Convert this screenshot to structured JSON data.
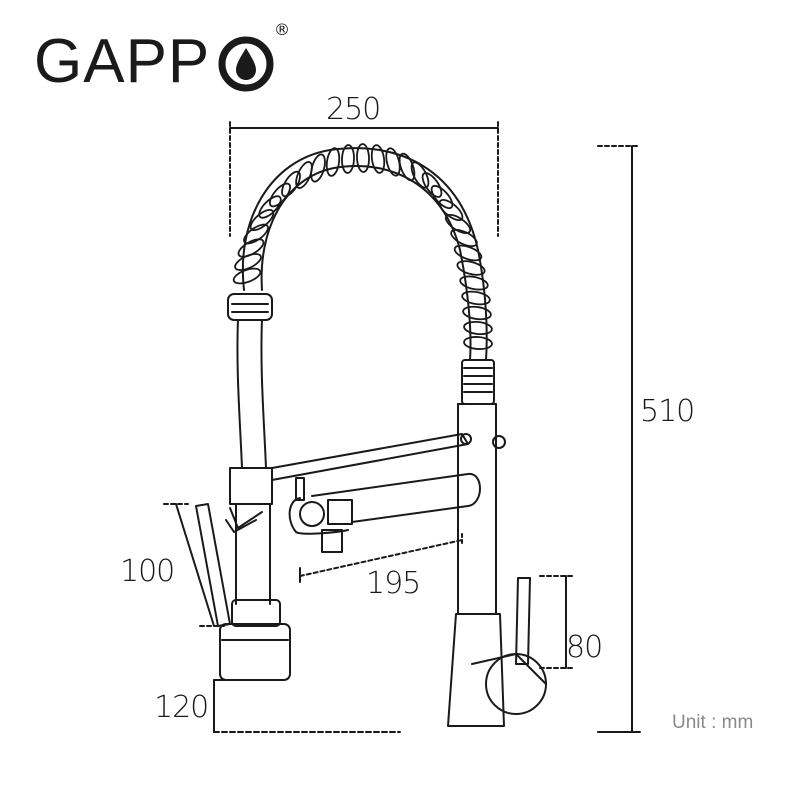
{
  "brand": {
    "name": "GAPP",
    "registered_mark": "®",
    "drop_icon": "water-drop-icon"
  },
  "dimensions": {
    "width_top": "250",
    "height_total": "510",
    "handle_height": "100",
    "spout_reach": "195",
    "lever_height": "80",
    "base_height": "120"
  },
  "unit_label": "Unit : mm",
  "colors": {
    "line": "#1a1a1a",
    "unit_text": "#8a8a8a",
    "background": "#ffffff"
  }
}
